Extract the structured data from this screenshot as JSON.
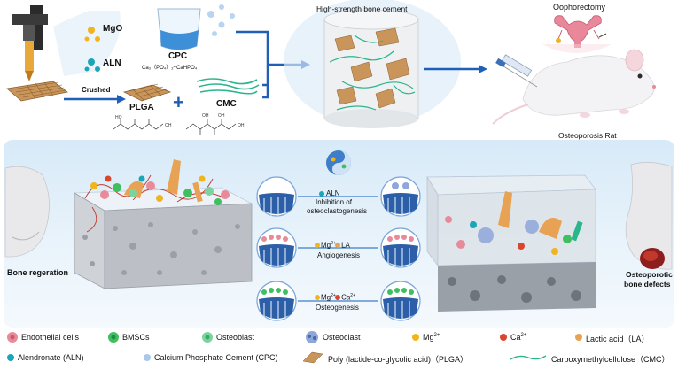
{
  "top": {
    "mgo": "MgO",
    "aln": "ALN",
    "crushed": "Crushed",
    "plga": "PLGA",
    "plus": "+",
    "cmc": "CMC",
    "cpc": "CPC",
    "cpc_formula": "Ca₃（PO₄）₂+CaHPO₄",
    "cement_title": "High-strength bone cement",
    "oophorectomy": "Oophorectomy",
    "rat_label": "Osteoporosis Rat"
  },
  "middle": {
    "left_label": "Bone regeration",
    "right_label_1": "Osteoporotic",
    "right_label_2": "bone defects",
    "row1_ion": "ALN",
    "row1_text_1": "Inhibition of",
    "row1_text_2": "osteoclastogenesis",
    "row2_ion1": "Mg",
    "row2_sup1": "2+",
    "row2_ion2": "LA",
    "row2_text": "Angiogenesis",
    "row3_ion1": "Mg",
    "row3_sup1": "2+",
    "row3_ion2": "Ca",
    "row3_sup2": "2+",
    "row3_text": "Osteogenesis"
  },
  "legend": {
    "endothelial": "Endothelial cells",
    "bmscs": "BMSCs",
    "osteoblast": "Osteoblast",
    "osteoclast": "Osteoclast",
    "mg": "Mg",
    "mg_sup": "2+",
    "ca": "Ca",
    "ca_sup": "2+",
    "lactic": "Lactic acid（LA）",
    "alendronate": "Alendronate (ALN)",
    "cpc": "Calcium Phosphate Cement (CPC)",
    "plga": "Poly (lactide-co-glycolic acid)（PLGA）",
    "cmc": "Carboxymethylcellulose（CMC）"
  },
  "colors": {
    "endothelial": "#e98a9a",
    "bmscs": "#3fbf5f",
    "osteoblast": "#7bd3a0",
    "osteoclast": "#8ea6d8",
    "mg": "#f2b41c",
    "ca": "#d9452e",
    "lactic": "#e8a253",
    "aln": "#1aa6b7",
    "cpc": "#aac8ea",
    "plga": "#c9955a",
    "cmc": "#2bb58a"
  }
}
